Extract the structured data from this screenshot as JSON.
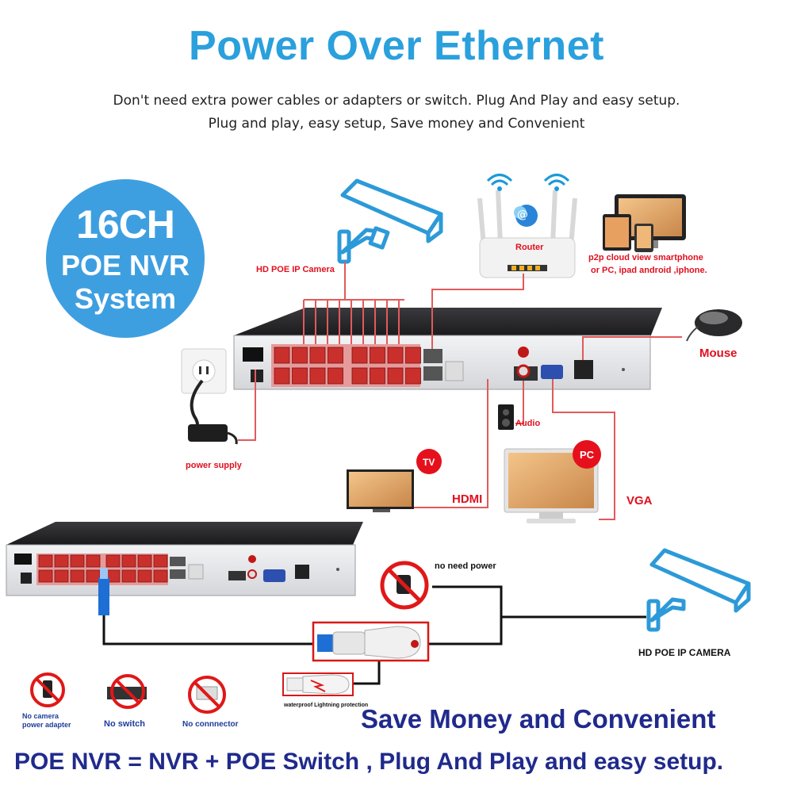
{
  "header": {
    "title": "Power Over Ethernet",
    "subtitle_1": "Don't need extra power cables or adapters or switch. Plug And Play and easy setup.",
    "subtitle_2": "Plug and play, easy setup, Save money and Convenient"
  },
  "badge": {
    "line1": "16CH",
    "line2": "POE NVR",
    "line3": "System"
  },
  "labels": {
    "camera_top": "HD POE IP Camera",
    "router": "Router",
    "p2p_line1": "p2p cloud  view smartphone",
    "p2p_line2": "or PC, ipad android ,iphone.",
    "mouse": "Mouse",
    "audio": "Audio",
    "power_supply": "power supply",
    "tv_badge": "TV",
    "pc_badge": "PC",
    "hdmi": "HDMI",
    "vga": "VGA",
    "no_need_power": "no need power",
    "camera_bottom": "HD POE IP CAMERA",
    "waterproof": "waterproof Lightning protection",
    "no_adapter_1": "No camera",
    "no_adapter_2": "power adapter",
    "no_switch": "No switch",
    "no_connector": "No connnector"
  },
  "footer": {
    "save": "Save Money and Convenient",
    "formula": "POE NVR = NVR + POE Switch , Plug And Play and easy setup."
  },
  "colors": {
    "accent": "#2aa0dc",
    "red": "#e0101e",
    "navy": "#202a8c",
    "badge_blue": "#3e9fe0"
  }
}
